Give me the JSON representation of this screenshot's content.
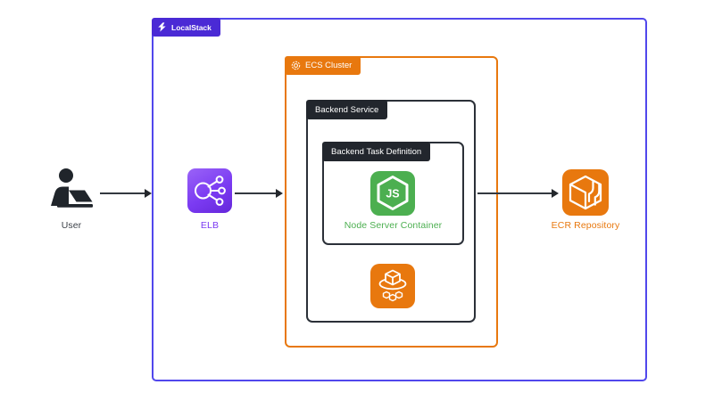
{
  "diagram": {
    "localstack": {
      "label": "LocalStack"
    },
    "ecs_cluster": {
      "label": "ECS Cluster"
    },
    "backend_service": {
      "label": "Backend Service"
    },
    "backend_task_definition": {
      "label": "Backend Task Definition"
    },
    "node_container": {
      "label": "Node Server Container",
      "logo_text": "JS"
    },
    "user": {
      "label": "User"
    },
    "elb": {
      "label": "ELB"
    },
    "ecr": {
      "label": "ECR Repository"
    }
  },
  "edges": [
    {
      "from": "User",
      "to": "LocalStack boundary"
    },
    {
      "from": "ELB",
      "to": "ECS Cluster boundary"
    },
    {
      "from": "Backend Service",
      "to": "ECR Repository"
    }
  ],
  "icons": {
    "localstack_logo": "localstack-logo-icon",
    "ecs_cluster_badge": "ecs-cluster-ring-icon",
    "nodejs": "nodejs-hexagon-icon",
    "ecs_service": "ecs-service-cube-icon",
    "user": "person-at-laptop-icon",
    "elb": "load-balancer-icon",
    "ecr": "container-registry-cube-icon"
  },
  "colors": {
    "background": "#ffffff",
    "localstack_border": "#5147ec",
    "localstack_tag_bg": "#4a2ad5",
    "aws_orange": "#e8780e",
    "dark_label_bg": "#22262d",
    "node_green": "#4caf50",
    "elb_purple": "#7b3bf2",
    "arrow": "#33383f"
  }
}
